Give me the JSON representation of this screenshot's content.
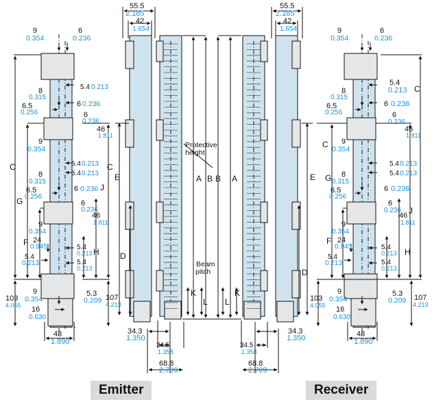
{
  "colors": {
    "dimension_blue": "#1e8fd6",
    "body_fill": "#cfe3ee",
    "ink": "#111111",
    "label_bg": "#d8dadb"
  },
  "captions": {
    "emitter": "Emitter",
    "receiver": "Receiver"
  },
  "annotations": {
    "protective_height_1": "Protective",
    "protective_height_2": "height",
    "beam_pitch_1": "Beam",
    "beam_pitch_2": "pitch"
  },
  "dimensions": {
    "w55": "55.5",
    "w55_in": "2.185",
    "w42": "42",
    "w42_in": "1.654",
    "d9": "9",
    "d9_in": "0.354",
    "d6": "6",
    "d6_in": "0.236",
    "d8": "8",
    "d8_in": "0.315",
    "d65": "6.5",
    "d65_in": "0.256",
    "d54": "5.4",
    "d54_in": "0.213",
    "d46": "46",
    "d46_in": "1.811",
    "d24": "24",
    "d24_in": "0.945",
    "d103": "103",
    "d103_in": "4.055",
    "d53": "5.3",
    "d53_in": "0.209",
    "d107": "107",
    "d107_in": "4.213",
    "d16": "16",
    "d16_in": "0.630",
    "d48": "48",
    "d48_in": "1.890",
    "d343": "34.3",
    "d343_in": "1.350",
    "d345": "34.5",
    "d345_in": "1.358",
    "d688": "68.8",
    "d688_in": "2.709"
  },
  "letters": {
    "A": "A",
    "B": "B",
    "C": "C",
    "D": "D",
    "E": "E",
    "F": "F",
    "G": "G",
    "H": "H",
    "J": "J",
    "K": "K",
    "L": "L"
  }
}
